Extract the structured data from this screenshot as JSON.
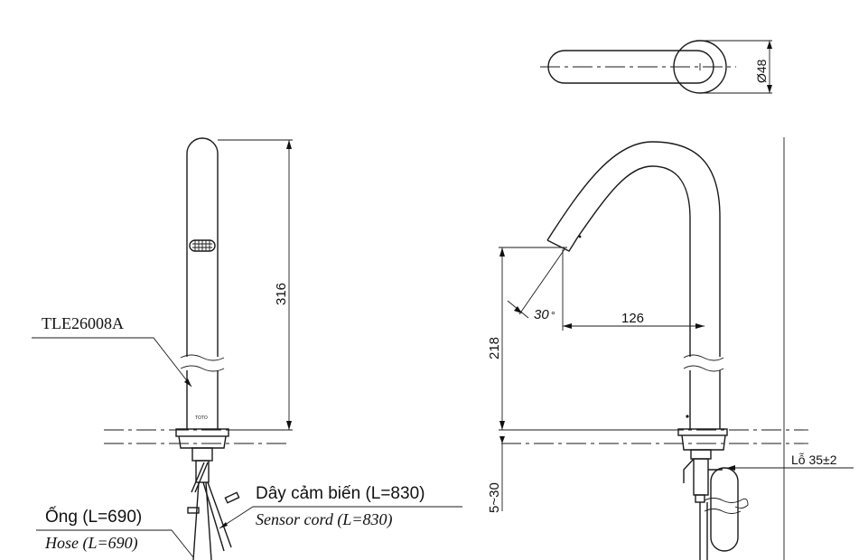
{
  "labels": {
    "model": "TLE26008A",
    "dim_height": "316",
    "dim_diameter": "Ø48",
    "dim_reach": "126",
    "dim_side_height": "218",
    "dim_angle": "30",
    "angle_unit": "°",
    "dim_thickness": "5~30",
    "hole": "Lỗ 35±2",
    "sensor_vi": "Dây cảm biến (L=830)",
    "sensor_en": "Sensor cord (L=830)",
    "hose_vi": "Ống (L=690)",
    "hose_en": "Hose (L=690)"
  }
}
